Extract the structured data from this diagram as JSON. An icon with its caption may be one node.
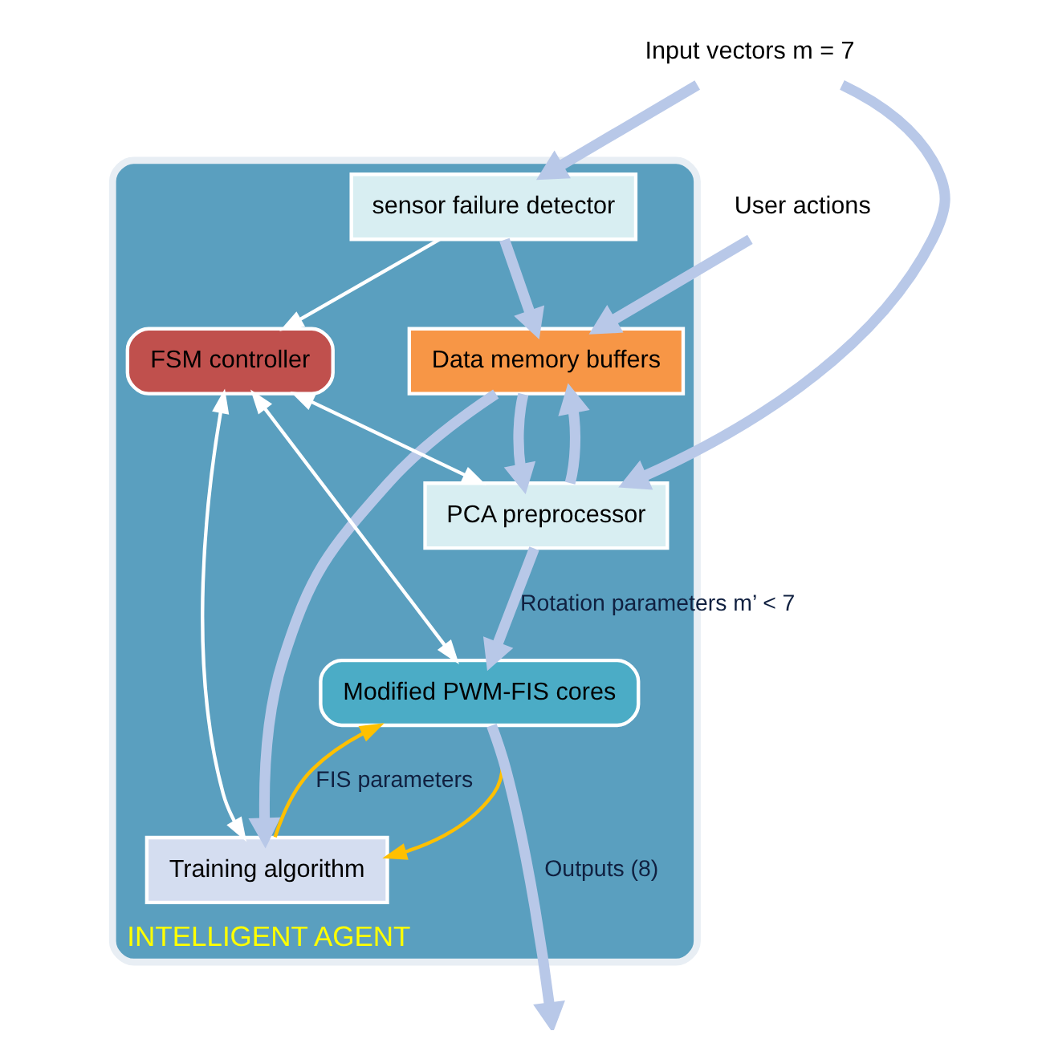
{
  "diagram": {
    "nodes": [
      {
        "text": [
          "INTELLIGENT AGENT"
        ]
      },
      {
        "text": [
          "sensor failure detector"
        ],
        "in": 0
      },
      {
        "text": [
          "Data memory buffers"
        ],
        "in": 0
      },
      {
        "text": [
          "PCA preprocessor"
        ],
        "in": 0
      },
      {
        "text": [
          "FSM controller"
        ],
        "in": 0
      },
      {
        "text": [
          "Training algorithm"
        ],
        "in": 0
      },
      {
        "text": [
          "Modified PWM-FIS cores"
        ],
        "in": 0
      },
      {
        "text": [
          "Input vectors m = 7"
        ]
      },
      {
        "text": [
          "User actions"
        ]
      }
    ],
    "edges": [
      {
        "from": 7,
        "to": 3,
        "arrow": "to"
      },
      {
        "from": 7,
        "to": 1,
        "arrow": "to"
      },
      {
        "from": 1,
        "to": 2,
        "arrow": "to"
      },
      {
        "from": 8,
        "to": 2,
        "arrow": "to"
      },
      {
        "from": 2,
        "to": 3,
        "arrow": "to"
      },
      {
        "from": 3,
        "to": 2,
        "arrow": "to"
      },
      {
        "from": 1,
        "to": 4,
        "arrow": "to",
        "color": "#ffffff"
      },
      {
        "from": 4,
        "to": 3,
        "arrow": "both",
        "color": "#ffffff"
      },
      {
        "from": 4,
        "to": 6,
        "arrow": "both",
        "color": "#ffffff"
      },
      {
        "from": 4,
        "to": 5,
        "arrow": "both",
        "color": "#ffffff"
      },
      {
        "from": 2,
        "to": 5,
        "arrow": "to"
      },
      {
        "from": 3,
        "to": 6,
        "arrow": "to",
        "label": "Rotation parameters m’ < 7"
      },
      {
        "from": 6,
        "to": 5,
        "arrow": "to",
        "color": "#ffc000"
      },
      {
        "from": 5,
        "to": 6,
        "arrow": "to",
        "color": "#ffc000",
        "label": "FIS parameters"
      },
      {
        "from": 6,
        "to": null,
        "arrow": "to",
        "label": "Outputs (8)"
      }
    ]
  }
}
